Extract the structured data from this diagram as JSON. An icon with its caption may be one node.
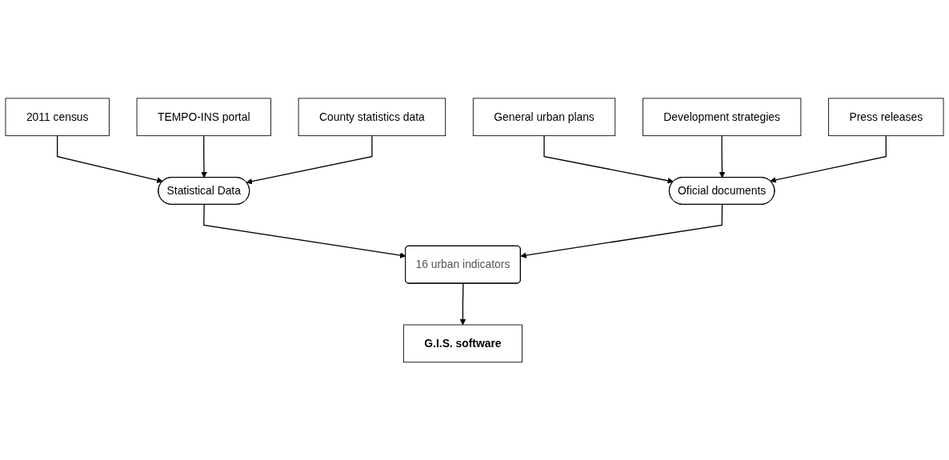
{
  "diagram": {
    "nodes": [
      {
        "text": [
          "2011 census"
        ]
      },
      {
        "text": [
          "TEMPO-INS portal"
        ]
      },
      {
        "text": [
          "County statistics data"
        ]
      },
      {
        "text": [
          "General urban plans"
        ]
      },
      {
        "text": [
          "Development strategies"
        ]
      },
      {
        "text": [
          "Press releases"
        ]
      },
      {
        "text": [
          "Statistical Data"
        ]
      },
      {
        "text": [
          "Oficial documents"
        ]
      },
      {
        "text": [
          "16 urban indicators"
        ]
      },
      {
        "text": [
          "G.I.S. software"
        ]
      }
    ],
    "edges": [
      {
        "from": 0,
        "to": 6,
        "arrow": "to"
      },
      {
        "from": 1,
        "to": 6,
        "arrow": "to"
      },
      {
        "from": 2,
        "to": 6,
        "arrow": "to"
      },
      {
        "from": 3,
        "to": 7,
        "arrow": "to"
      },
      {
        "from": 4,
        "to": 7,
        "arrow": "to"
      },
      {
        "from": 5,
        "to": 7,
        "arrow": "to"
      },
      {
        "from": 6,
        "to": 8,
        "arrow": "to"
      },
      {
        "from": 7,
        "to": 8,
        "arrow": "to"
      },
      {
        "from": 8,
        "to": 9,
        "arrow": "to"
      }
    ]
  }
}
